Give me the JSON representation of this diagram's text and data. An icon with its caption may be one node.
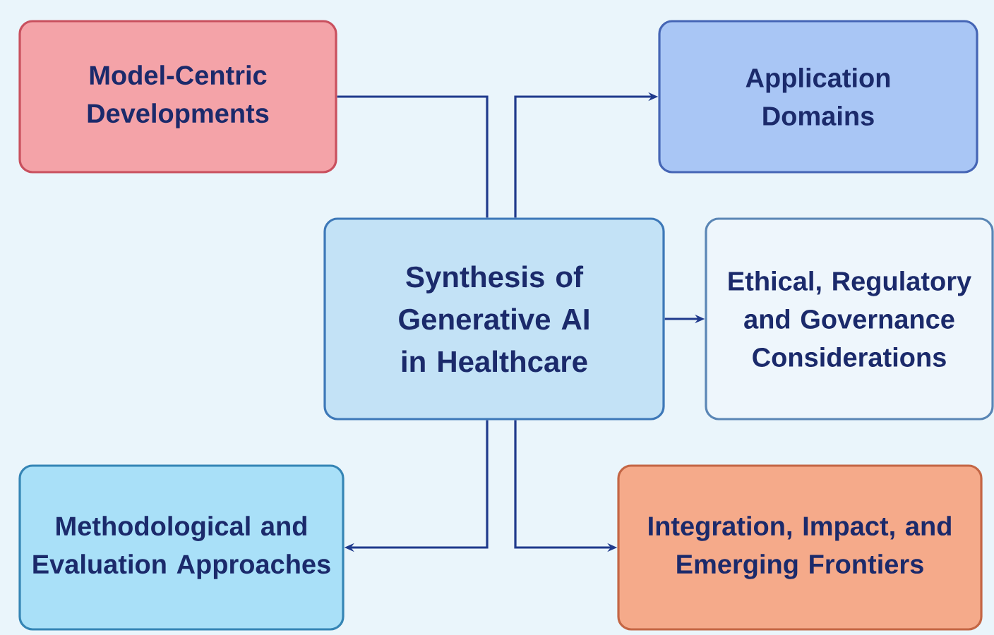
{
  "diagram": {
    "nodes": [
      {
        "text": [
          "Model-Centric Developments"
        ]
      },
      {
        "text": [
          "Application Domains"
        ]
      },
      {
        "text": [
          "Synthesis of Generative AI in Healthcare"
        ]
      },
      {
        "text": [
          "Ethical, Regulatory and Governance Considerations"
        ]
      },
      {
        "text": [
          "Methodological and Evaluation Approaches"
        ]
      },
      {
        "text": [
          "Integration, Impact, and Emerging Frontiers"
        ]
      }
    ],
    "edges": [
      {
        "from": 0,
        "to": 2,
        "arrow": "none"
      },
      {
        "from": 2,
        "to": 1,
        "arrow": "to"
      },
      {
        "from": 2,
        "to": 3,
        "arrow": "to"
      },
      {
        "from": 2,
        "to": 4,
        "arrow": "to"
      },
      {
        "from": 2,
        "to": 5,
        "arrow": "to"
      }
    ]
  }
}
